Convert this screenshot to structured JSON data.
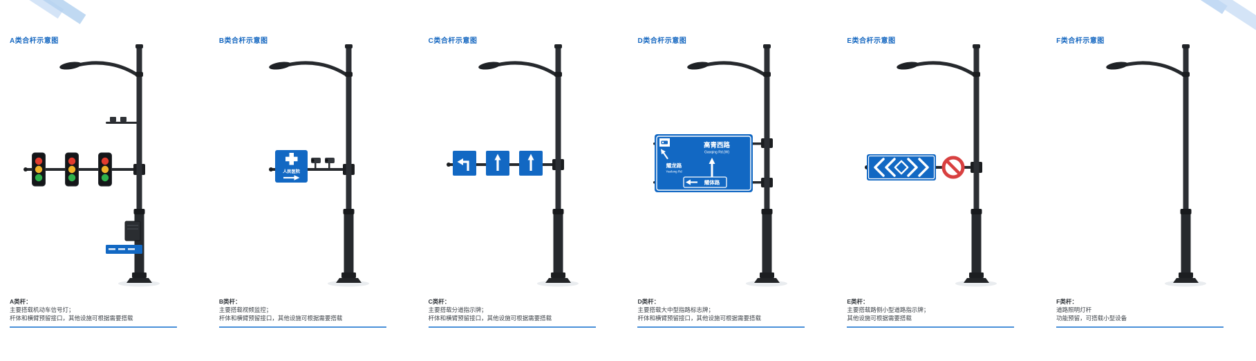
{
  "colors": {
    "title_blue": "#1567c0",
    "sign_blue": "#1268c3",
    "underline_blue": "#4a90d9",
    "signal_red": "#e23c2e",
    "signal_yellow": "#f0b429",
    "signal_green": "#2fb24c",
    "prohibit_red": "#d84040"
  },
  "panels": [
    {
      "letter": "A",
      "title": "A类合杆示意图",
      "label": "A类杆：",
      "line1": "主要搭载机动车信号灯；",
      "line2": "杆体和横臂预留接口，其他设施可根据需要搭载"
    },
    {
      "letter": "B",
      "title": "B类合杆示意图",
      "label": "B类杆：",
      "line1": "主要搭载视频监控；",
      "line2": "杆体和横臂预留接口，其他设施可根据需要搭载",
      "sign": {
        "name": "人民医院"
      }
    },
    {
      "letter": "C",
      "title": "C类合杆示意图",
      "label": "C类杆：",
      "line1": "主要搭载分道指示牌；",
      "line2": "杆体和横臂预留接口，其他设施可根据需要搭载"
    },
    {
      "letter": "D",
      "title": "D类合杆示意图",
      "label": "D类杆：",
      "line1": "主要搭载大中型指路标志牌；",
      "line2": "杆体和横臂预留接口，其他设施可根据需要搭载",
      "sign": {
        "road_top": "高青西路",
        "road_top_en": "Gaoqing Rd.(W)",
        "road_left": "耀龙路",
        "road_left_en": "Yaolong Rd",
        "road_bottom": "耀体路"
      }
    },
    {
      "letter": "E",
      "title": "E类合杆示意图",
      "label": "E类杆：",
      "line1": "主要搭载路侧小型道路指示牌；",
      "line2": "其他设施可根据需要搭载"
    },
    {
      "letter": "F",
      "title": "F类合杆示意图",
      "label": "F类杆：",
      "line1": "道路照明灯杆",
      "line2": "功能预留，可搭载小型设备"
    }
  ]
}
